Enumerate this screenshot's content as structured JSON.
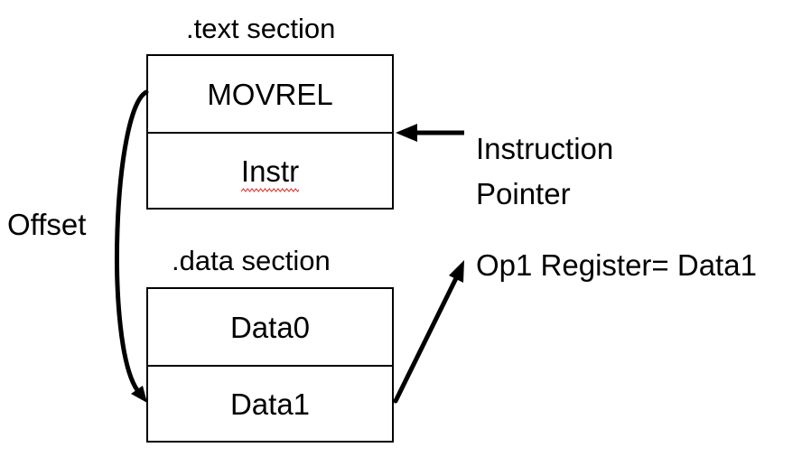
{
  "text_section": {
    "title": ".text section",
    "cells": [
      "MOVREL",
      "Instr"
    ]
  },
  "data_section": {
    "title": ".data section",
    "cells": [
      "Data0",
      "Data1"
    ]
  },
  "labels": {
    "offset": "Offset",
    "instruction_pointer_line1": "Instruction",
    "instruction_pointer_line2": "Pointer",
    "op1_register": "Op1 Register= Data1"
  },
  "colors": {
    "line": "#000000",
    "spellcheck_underline": "#e0302a"
  }
}
